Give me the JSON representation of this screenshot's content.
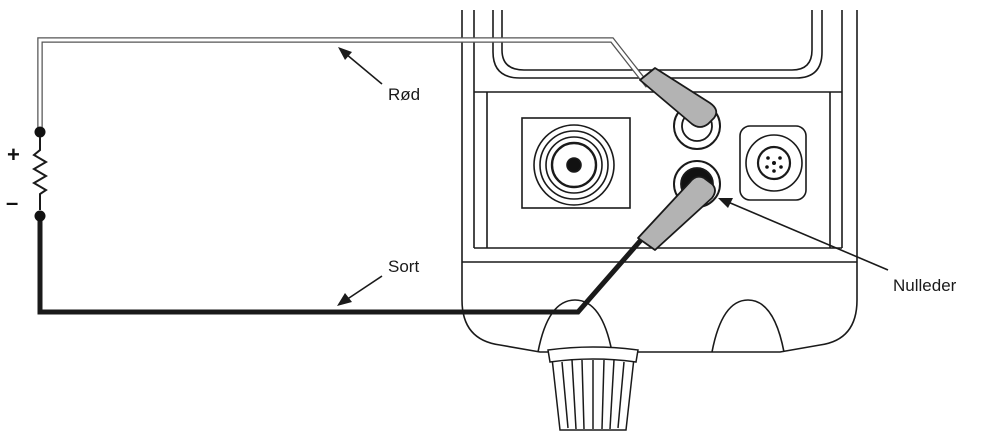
{
  "labels": {
    "red_wire": "Rød",
    "black_wire": "Sort",
    "neutral": "Nulleder",
    "plus": "+",
    "minus": "–"
  },
  "colors": {
    "stroke": "#1a1a1a",
    "lead_fill": "#b3b3b3",
    "black_wire": "#1a1a1a",
    "red_wire_outline": "#555555",
    "background": "#ffffff"
  }
}
